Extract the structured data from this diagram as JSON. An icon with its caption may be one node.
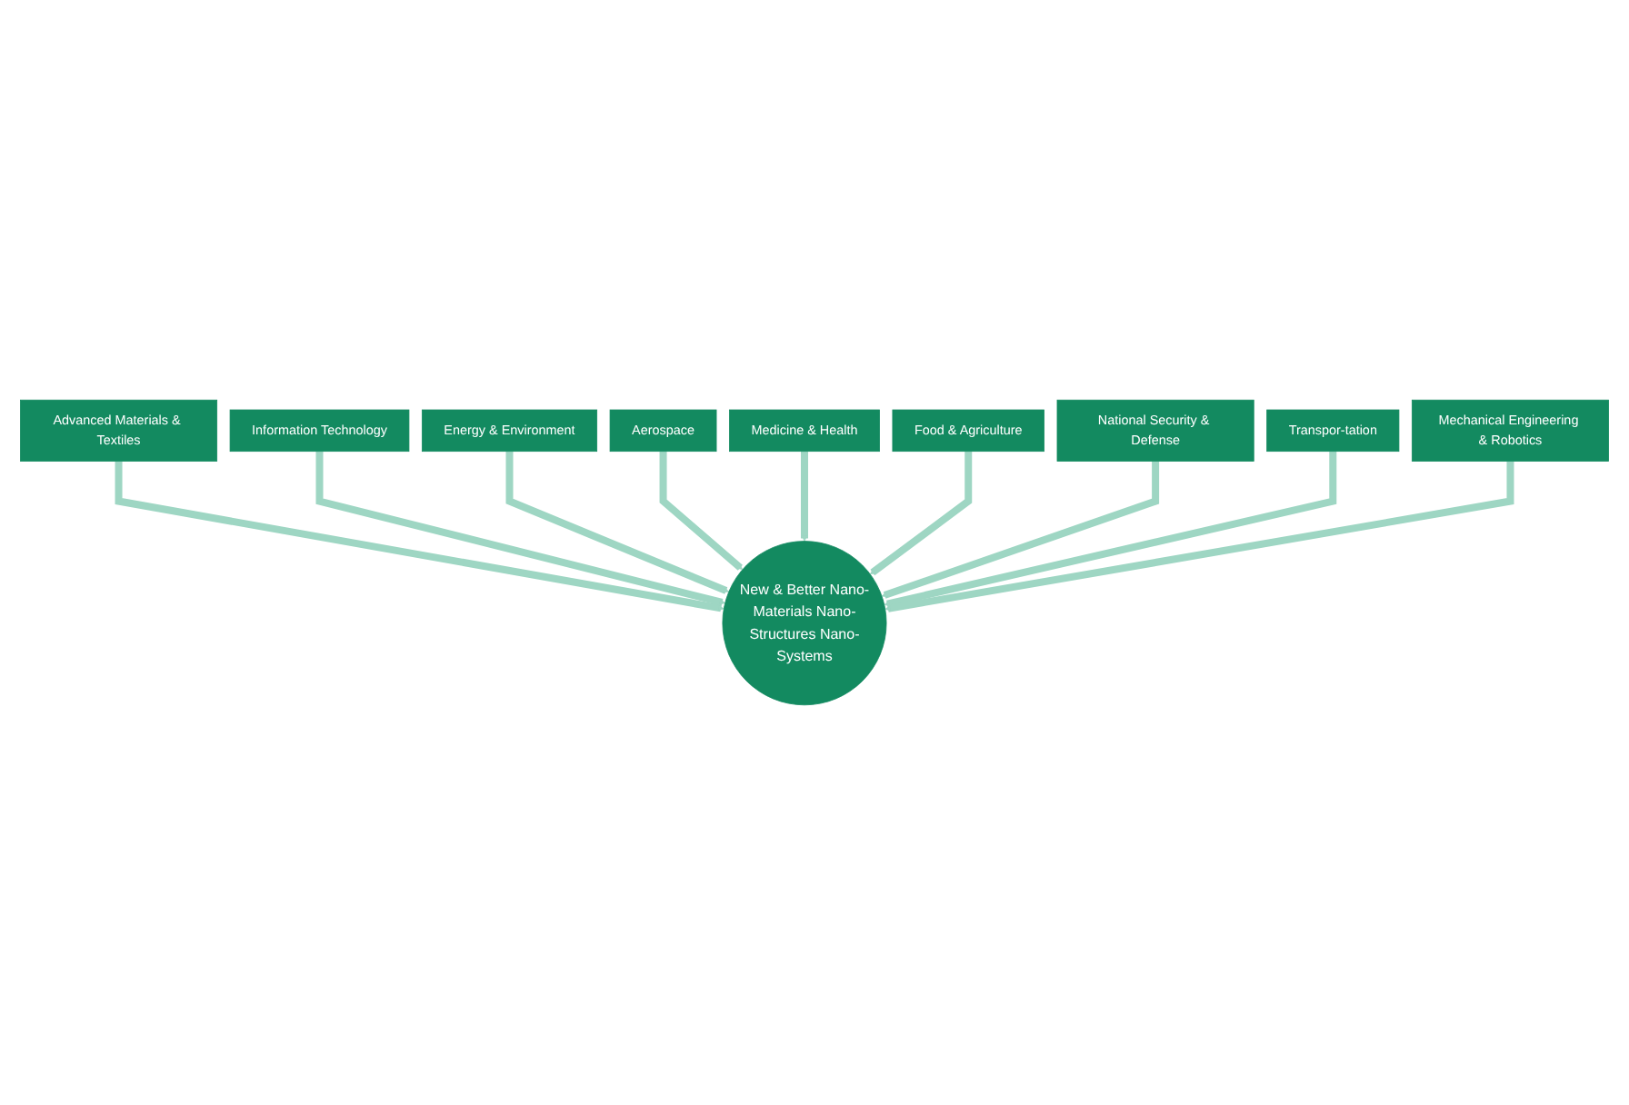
{
  "diagram": {
    "nodes": [
      {
        "text": [
          "Medicine & Health"
        ]
      },
      {
        "text": [
          "Aerospace"
        ]
      },
      {
        "text": [
          "Food & Agriculture"
        ]
      },
      {
        "text": [
          "Energy & Environment"
        ]
      },
      {
        "text": [
          "National Security & Defense"
        ]
      },
      {
        "text": [
          "Information Technology"
        ]
      },
      {
        "text": [
          "Transpor-tation"
        ]
      },
      {
        "text": [
          "Advanced Materials & Textiles"
        ]
      },
      {
        "text": [
          "New & Better Nano-Materials Nano-Structures Nano-Systems"
        ]
      },
      {
        "text": [
          "Mechanical Engineering & Robotics"
        ]
      }
    ],
    "edges": [
      {
        "from": 7,
        "to": 8,
        "arrow": "to"
      },
      {
        "from": 5,
        "to": 8,
        "arrow": "to"
      },
      {
        "from": 3,
        "to": 8,
        "arrow": "to"
      },
      {
        "from": 1,
        "to": 8,
        "arrow": "to"
      },
      {
        "from": 0,
        "to": 8,
        "arrow": "to"
      },
      {
        "from": 2,
        "to": 8,
        "arrow": "to"
      },
      {
        "from": 4,
        "to": 8,
        "arrow": "to"
      },
      {
        "from": 6,
        "to": 8,
        "arrow": "to"
      },
      {
        "from": 9,
        "to": 8,
        "arrow": "to"
      }
    ]
  }
}
